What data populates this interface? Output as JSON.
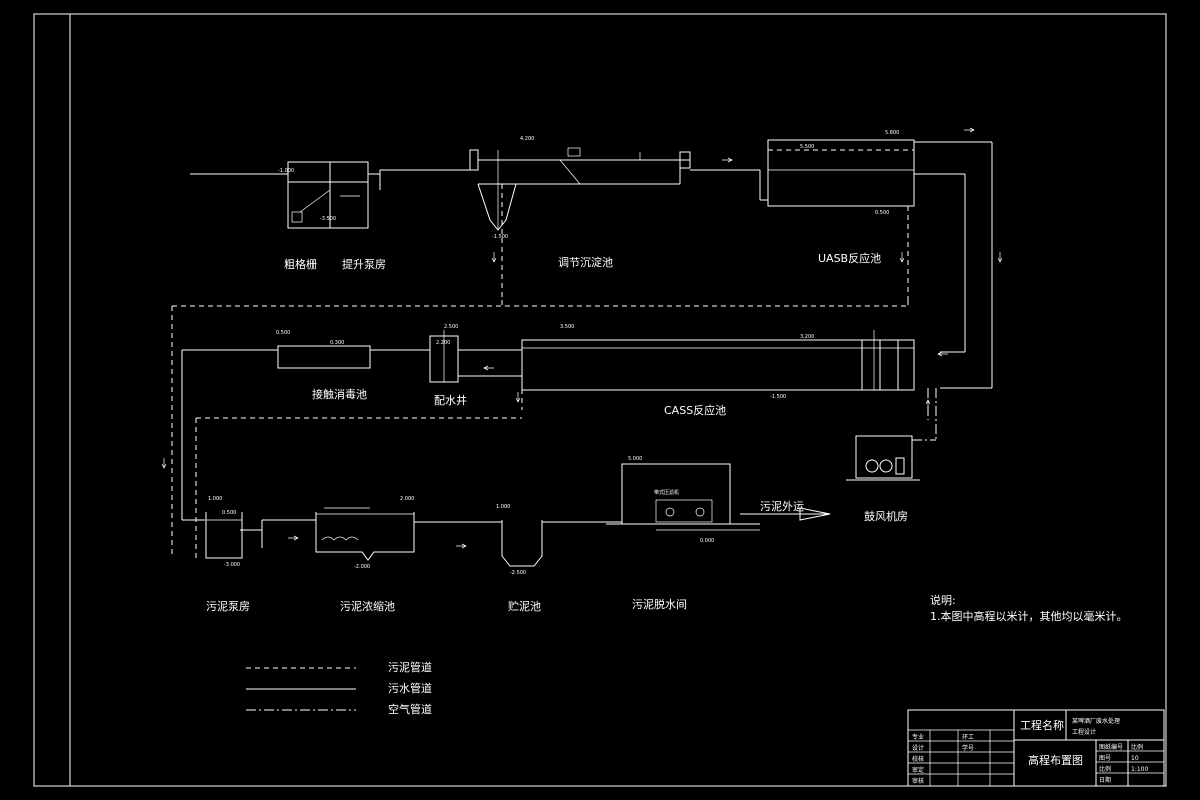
{
  "units": {
    "coarse_screen": "粗格栅",
    "lift_pump_house": "提升泵房",
    "regulating_sedimentation_tank": "调节沉淀池",
    "uasb_reactor": "UASB反应池",
    "contact_disinfection_tank": "接触消毒池",
    "distribution_well": "配水井",
    "cass_reactor": "CASS反应池",
    "blower_room": "鼓风机房",
    "sludge_pump_house": "污泥泵房",
    "sludge_thickener": "污泥浓缩池",
    "sludge_storage_tank": "贮泥池",
    "sludge_dewatering_room": "污泥脱水间",
    "sludge_export": "污泥外运",
    "dewatering_machine": "带式压滤机"
  },
  "elevations": {
    "coarse_screen": "-1.000",
    "lift_pump": "-3.500",
    "reg_tank_top": "4.200",
    "reg_tank_bottom": "-1.500",
    "uasb_top": "5.800",
    "uasb_water": "5.500",
    "uasb_bottom": "0.500",
    "contact_tank": "0.500",
    "contact_water": "0.300",
    "distribution_top": "2.500",
    "distribution_water": "2.200",
    "cass_top": "3.500",
    "cass_water": "3.200",
    "cass_bottom": "-1.500",
    "sludge_pump_top": "1.000",
    "sludge_pump_water": "0.500",
    "sludge_pump_bottom": "-3.000",
    "thickener_top": "2.000",
    "thickener_bottom": "-2.000",
    "storage_top": "1.000",
    "storage_bottom": "-2.500",
    "dewatering_roof": "5.000",
    "dewatering_floor": "0.000"
  },
  "legend": {
    "sludge_pipe": "污泥管道",
    "sewage_pipe": "污水管道",
    "air_pipe": "空气管道"
  },
  "notes": {
    "title": "说明:",
    "line1": "1.本图中高程以米计，其他均以毫米计。"
  },
  "title_block": {
    "project_label": "工程名称",
    "project_name_1": "某啤酒厂废水处理",
    "project_name_2": "工程设计",
    "drawing_title": "高程布置图",
    "row1_label": "专业",
    "row1_value": "环工",
    "row2_label": "设计",
    "row2_value": "学号",
    "row3_label": "校核",
    "row4_label": "审定",
    "row5_label": "审核",
    "r_label1": "图纸编号",
    "r_value1": "比例",
    "r_label2": "图号",
    "r_value2": "10",
    "r_label3": "比例",
    "r_value3": "1:100",
    "r_label4": "日期"
  }
}
